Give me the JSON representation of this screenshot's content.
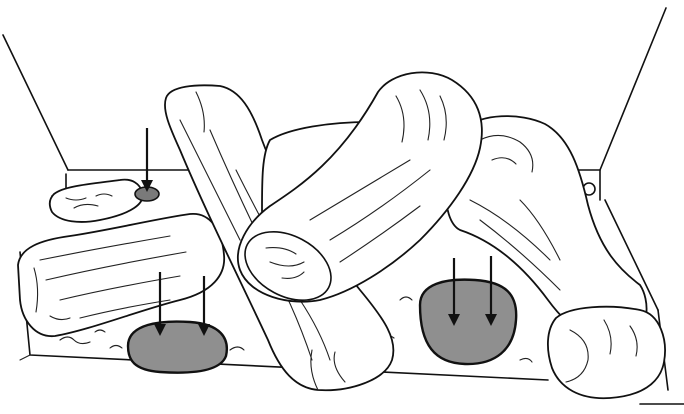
{
  "diagram": {
    "colors": {
      "ember_spot": "#8f8f8f",
      "ember_spot_small": "#7a7a7a",
      "outline": "#111111",
      "background": "#ffffff"
    },
    "ember_spots": [
      {
        "name": "ember-spot-left",
        "arrows": 2
      },
      {
        "name": "ember-spot-right",
        "arrows": 2
      },
      {
        "name": "ember-spot-small-left",
        "arrows": 1
      }
    ]
  }
}
